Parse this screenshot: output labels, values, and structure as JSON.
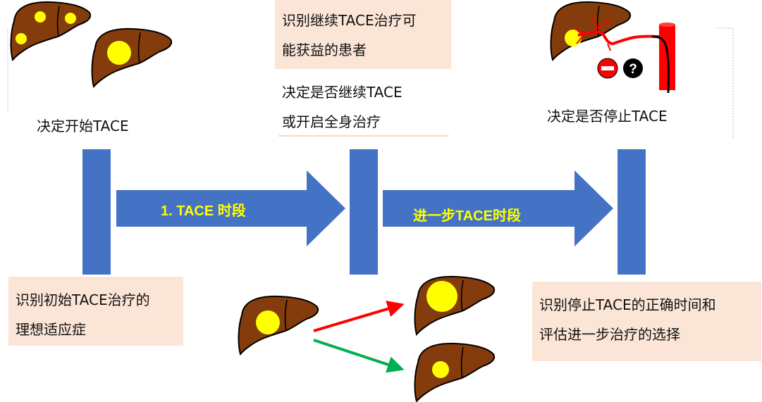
{
  "colors": {
    "bar": "#4472C4",
    "box": "#FBE5D6",
    "liver": "#843C0C",
    "tumor": "#FFFF00",
    "label": "#FFFF00"
  },
  "phases": {
    "first": "1. TACE 时段",
    "further": "进一步TACE时段"
  },
  "decisions": {
    "start": "决定开始TACE",
    "continue_line1": "决定是否继续TACE",
    "continue_line2": "或开启全身治疗",
    "stop": "决定是否停止TACE"
  },
  "boxes": {
    "continue_benefit_line1": "识别继续TACE治疗可",
    "continue_benefit_line2": "能获益的患者",
    "initial_line1": "识别初始TACE治疗的",
    "initial_line2": "理想适应症",
    "stop_line1": "识别停止TACE的正确时间和",
    "stop_line2": "评估进一步治疗的选择"
  },
  "icons": [
    "liver-icon",
    "tumor-icon",
    "no-entry-icon",
    "question-icon",
    "vessel-icon",
    "catheter-icon",
    "arrow-right-icon"
  ]
}
